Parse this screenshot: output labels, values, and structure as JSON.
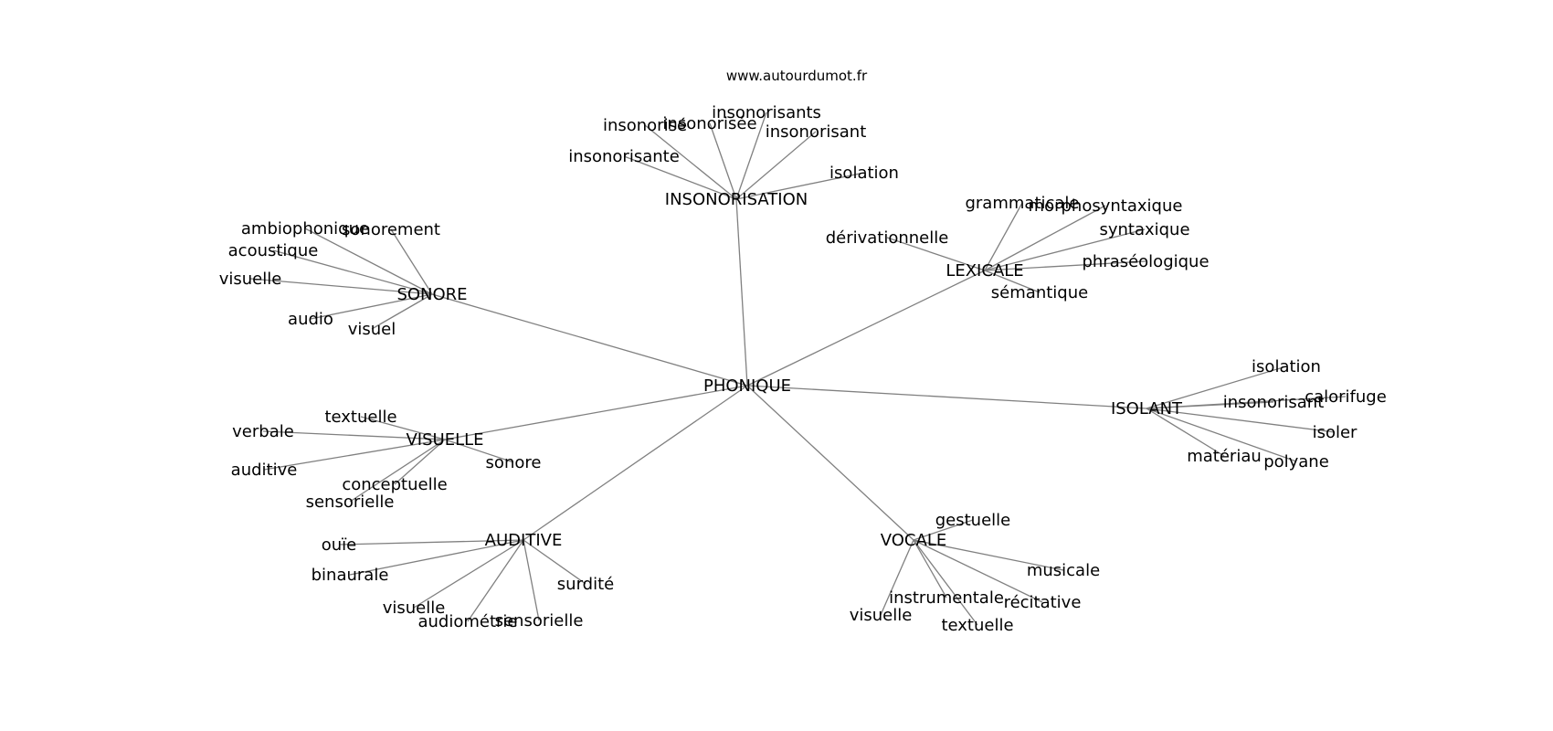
{
  "credit": "www.autourdumot.fr",
  "colors": {
    "edge": "#808080",
    "text": "#000000",
    "background": "#ffffff"
  },
  "root": "PHONIQUE",
  "groups": [
    {
      "hub": "INSONORISATION",
      "leaves": [
        "insonorisé",
        "insonorisée",
        "insonorisants",
        "insonorisant",
        "insonorisante",
        "isolation"
      ]
    },
    {
      "hub": "SONORE",
      "leaves": [
        "ambiophonique",
        "sonorement",
        "acoustique",
        "visuelle",
        "audio",
        "visuel"
      ]
    },
    {
      "hub": "LEXICALE",
      "leaves": [
        "grammaticale",
        "morphosyntaxique",
        "syntaxique",
        "dérivationnelle",
        "phraséologique",
        "sémantique"
      ]
    },
    {
      "hub": "ISOLANT",
      "leaves": [
        "isolation",
        "calorifuge",
        "insonorisant",
        "isoler",
        "matériau",
        "polyane"
      ]
    },
    {
      "hub": "VISUELLE",
      "leaves": [
        "textuelle",
        "verbale",
        "sonore",
        "auditive",
        "conceptuelle",
        "sensorielle"
      ]
    },
    {
      "hub": "AUDITIVE",
      "leaves": [
        "ouïe",
        "binaurale",
        "surdité",
        "visuelle",
        "audiométrie",
        "sensorielle"
      ]
    },
    {
      "hub": "VOCALE",
      "leaves": [
        "gestuelle",
        "musicale",
        "instrumentale",
        "récitative",
        "visuelle",
        "textuelle"
      ]
    }
  ]
}
